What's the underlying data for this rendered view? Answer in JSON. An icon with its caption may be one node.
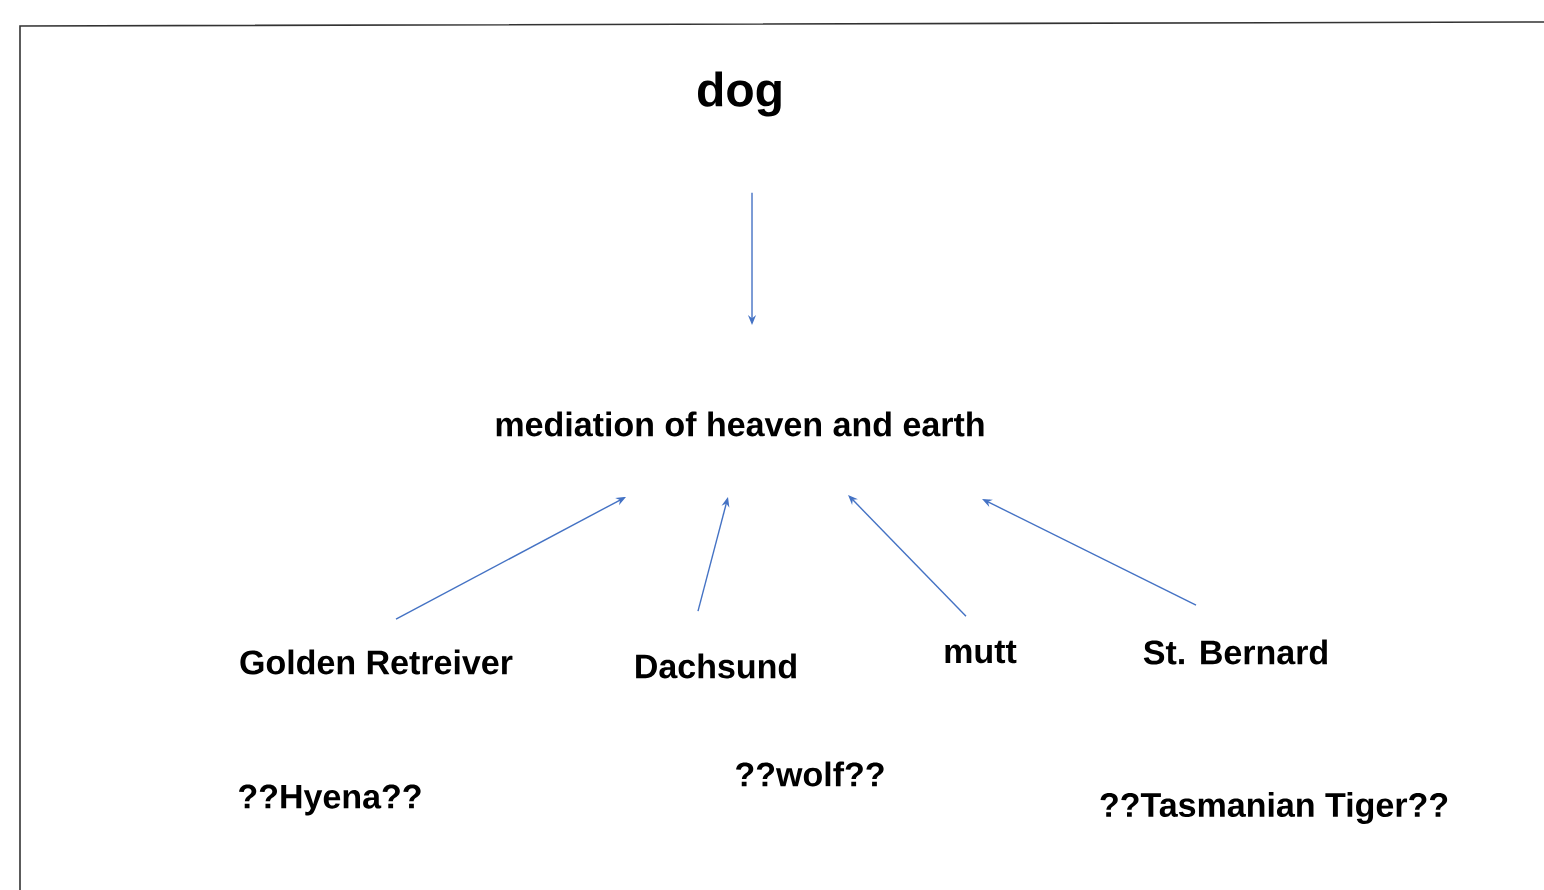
{
  "diagram": {
    "nodes": [
      {
        "text": [
          "dog"
        ]
      },
      {
        "text": [
          "mediation of heaven and earth"
        ]
      },
      {
        "text": [
          "Golden Retreiver"
        ]
      },
      {
        "text": [
          "Dachsund"
        ]
      },
      {
        "text": [
          "mutt"
        ]
      },
      {
        "text": [
          "St. Bernard"
        ]
      }
    ],
    "edges": [
      {
        "from": 0,
        "to": 1,
        "arrow": "to"
      },
      {
        "from": 2,
        "to": 1,
        "arrow": "to"
      },
      {
        "from": 3,
        "to": 1,
        "arrow": "to"
      },
      {
        "from": 4,
        "to": 1,
        "arrow": "to"
      },
      {
        "from": 5,
        "to": 1,
        "arrow": "to"
      }
    ],
    "labels": [
      "??Hyena??",
      "??wolf??",
      "??Tasmanian Tiger??"
    ]
  }
}
